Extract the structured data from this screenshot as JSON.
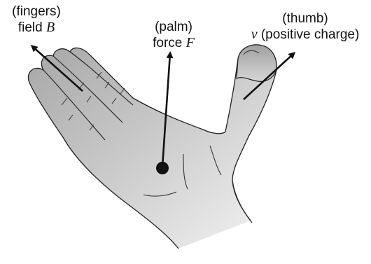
{
  "fingers": {
    "part": "(fingers)",
    "quantity": "field",
    "symbol": "B"
  },
  "palm": {
    "part": "(palm)",
    "quantity": "force",
    "symbol": "F"
  },
  "thumb": {
    "part": "(thumb)",
    "symbol": "v",
    "quantity": "(positive charge)"
  }
}
